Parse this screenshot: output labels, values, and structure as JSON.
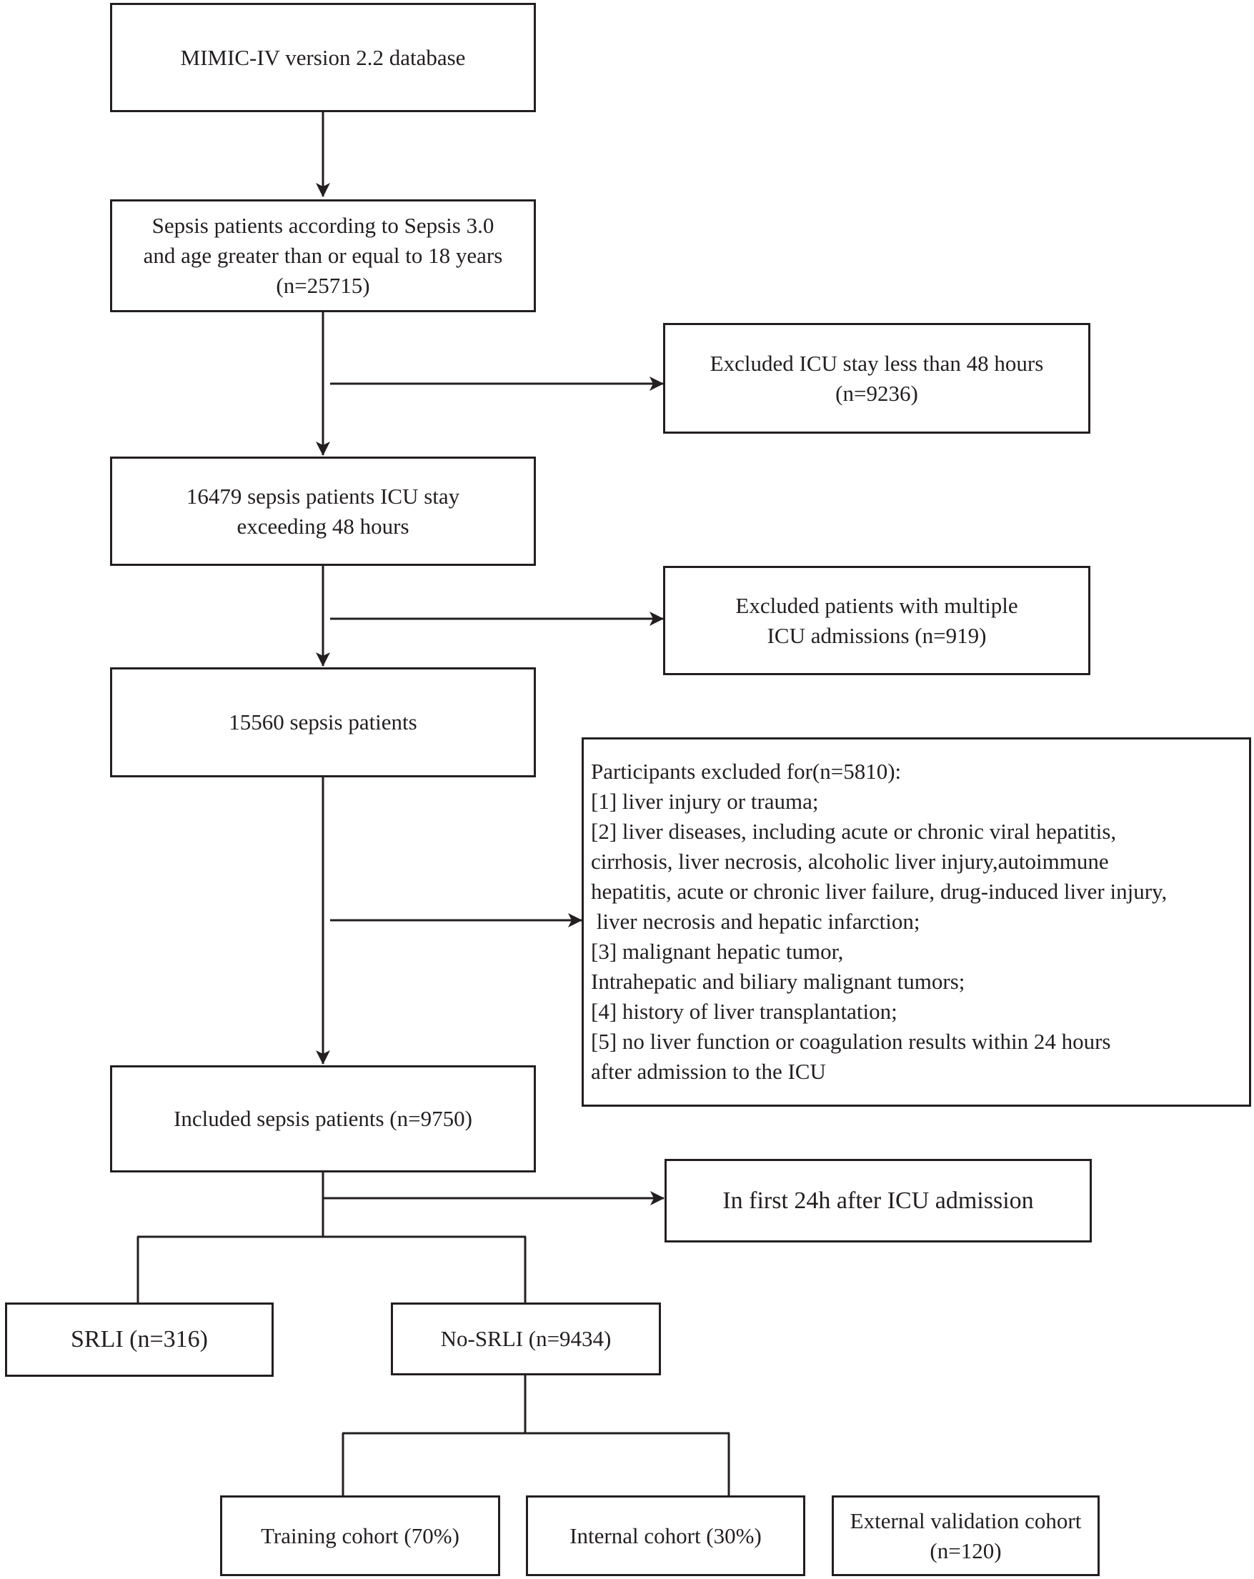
{
  "boxes": {
    "database": [
      "MIMIC-IV version 2.2 database"
    ],
    "sepsis_all": [
      "Sepsis patients according to Sepsis 3.0",
      "and age greater than or equal to 18 years",
      "(n=25715)"
    ],
    "excluded_icu_stay": [
      "Excluded ICU stay less than 48 hours",
      "(n=9236)"
    ],
    "icu_over_48h": [
      "16479 sepsis patients ICU stay",
      "exceeding 48 hours"
    ],
    "excluded_multiple": [
      "Excluded patients with multiple",
      "ICU admissions (n=919)"
    ],
    "sepsis_15560": [
      "15560 sepsis patients"
    ],
    "excluded_criteria": [
      "Participants excluded for(n=5810):",
      "[1] liver injury or trauma;",
      "[2] liver diseases, including acute or chronic viral hepatitis,",
      "cirrhosis, liver necrosis, alcoholic liver injury,autoimmune",
      "hepatitis, acute or chronic liver failure, drug-induced liver injury,",
      " liver necrosis and hepatic infarction;",
      "[3] malignant hepatic tumor,",
      "Intrahepatic and biliary malignant tumors;",
      "[4] history of liver transplantation;",
      "[5] no liver function or coagulation results within 24 hours",
      "after admission to the ICU"
    ],
    "included": [
      "Included sepsis patients (n=9750)"
    ],
    "first_24h": [
      "In first 24h after ICU admission"
    ],
    "srli": [
      "SRLI (n=316)"
    ],
    "no_srli": [
      "No-SRLI (n=9434)"
    ],
    "training": [
      "Training cohort (70%)"
    ],
    "internal": [
      "Internal cohort (30%)"
    ],
    "external": [
      "External validation cohort",
      "(n=120)"
    ]
  },
  "colors": {
    "line": "#231f20",
    "background": "#ffffff"
  }
}
